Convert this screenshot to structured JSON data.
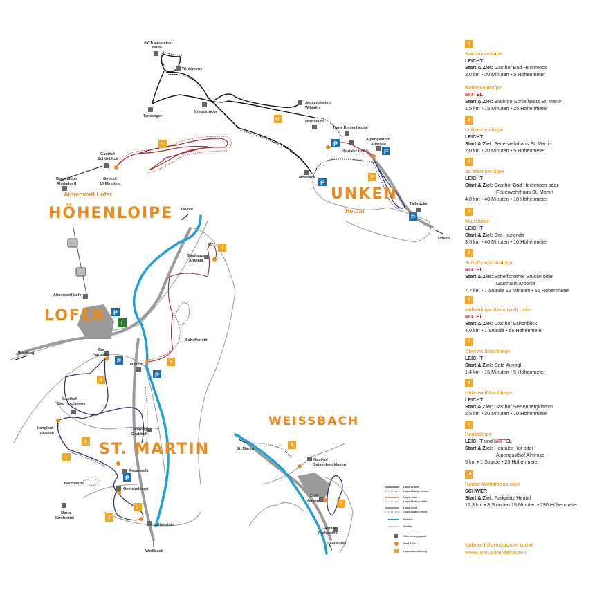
{
  "colors": {
    "orange": "#ee8a1c",
    "badge": "#f5a623",
    "leicht": "#2b2d6e",
    "mittel": "#b5282e",
    "schwer": "#111111",
    "river": "#1ea0d8",
    "parking": "#1a6fb5",
    "info": "#2e7d32",
    "road": "#9a9a9a",
    "landmark": "#666666"
  },
  "map": {
    "titles": {
      "hoehenloipe": "HÖHENLOIPE",
      "almenwelt": "Almenwelt Lofer",
      "unken": "UNKEN",
      "heutal": "Heutal",
      "lofer": "LOFER",
      "st_martin": "ST. MARTIN",
      "weissbach": "WEISSBACH"
    },
    "places": {
      "av1": "AV Traunsteiner",
      "av2": "Hütte",
      "winklmoos": "Winklmoos",
      "tanzanger": "Tanzanger",
      "kreuzbruecke": "Kreuzbrücke",
      "wildalm1": "Jausenstation",
      "wildalm2": "Wildalm",
      "herbstalm": "Herbstalm",
      "tante_emma": "Tante Emma Heutal",
      "heutaler_hof": "Heutaler Hof",
      "almrose1": "Alpengasthof",
      "almrose2": "Almrose",
      "moarlack": "Moarlack",
      "talbruecke": "Talbrücke",
      "unken_arrow_e": "Unken",
      "unken_arrow_n": "Unken",
      "schoenblick1": "Gasthof",
      "schoenblick2": "Schönblick",
      "bergstation1": "Bergstation",
      "bergstation2": "Almbahn II",
      "gehzeit1": "Gehzeit",
      "gehzeit2": "10 Minuten",
      "almenwelt_lofer": "Almenwelt Lofer",
      "waidring": "Waidring",
      "bar1": "Bar",
      "bar2": "Hazienda",
      "mpreis": "MPreis",
      "scheffsnoth": "Scheffsnoth",
      "au": "Au",
      "antonia1": "Gasthaus",
      "antonia2": "Antonia",
      "hochmoos1": "Gasthof",
      "hochmoos2": "Bad Hochmoos",
      "parcour1": "Langlauf-",
      "parcour2": "parcour",
      "camping1": "Camping",
      "camping2": "Grubhof",
      "feuerwehr": "Feuerwehr",
      "gemeindeamt": "Gemeindeamt",
      "nachtloipe": "Nachtloipe",
      "kirchental1": "Maria",
      "kirchental2": "Kirchental",
      "luftenstein": "Luftenstein",
      "weissbach_arrow": "Weißbach",
      "st_martin_arrow": "St. Martin",
      "seisenberg1": "Gasthof",
      "seisenberg2": "Seisenbergklamm",
      "auvogl1": "Café",
      "auvogl2": "Auvogl",
      "frohnwies1": "Gasthof",
      "frohnwies2": "Frohnwies",
      "saalfelden": "Saalfelden"
    },
    "badges": [
      "10",
      "6",
      "9",
      "5",
      "5",
      "4",
      "3",
      "1",
      "2",
      "3",
      "8",
      "7"
    ],
    "parking_label": "P",
    "info_label": "i",
    "legend": [
      "Loipe schwer",
      "Loipe Skating schwer",
      "Loipe mittel",
      "Loipe Skating mittel",
      "Loipe leicht",
      "Loipe Skating leicht",
      "Saalach",
      "Straßen",
      "Orientierungspunkt",
      "Start & Ziel",
      "Loipenbezeichnung"
    ]
  },
  "trails": [
    {
      "num": "1",
      "name": "Hochmoosloipe",
      "level": "LEICHT",
      "start_label": "Start & Ziel:",
      "start": [
        "Gasthof Bad Hochmoos"
      ],
      "stats": "2,0 km • 20 Minuten • 5 Höhenmeter"
    },
    {
      "num": "",
      "name": "Kellerwaldloipe",
      "level": "MITTEL",
      "start_label": "Start & Ziel:",
      "start": [
        "Biathlon-Schießplatz St. Martin"
      ],
      "stats": "1,5 km • 15 Minuten • 25 Höhenmeter"
    },
    {
      "num": "2",
      "name": "Luftensteinloipe",
      "level": "LEICHT",
      "start_label": "Start & Ziel:",
      "start": [
        "Feuerwehrhaus St. Martin"
      ],
      "stats": "2,0 km • 20 Minuten • 5 Höhenmeter"
    },
    {
      "num": "3",
      "name": "St. Martinerloipe",
      "level": "LEICHT",
      "start_label": "Start & Ziel:",
      "start": [
        "Gasthof Bad Hochmoos oder",
        "Feuerwehrhaus St. Martin"
      ],
      "stats": "4,0 km • 40 Minuten • 10 Höhenmeter"
    },
    {
      "num": "4",
      "name": "Moosloipe",
      "level": "LEICHT",
      "start_label": "Start & Ziel:",
      "start": [
        "Bar Hazienda"
      ],
      "stats": "3,5 km • 40 Minuten • 10 Höhenmeter"
    },
    {
      "num": "5",
      "name": "Scheffsnoth-Auloipe",
      "level": "MITTEL",
      "start_label": "Start & Ziel:",
      "start": [
        "Scheffsnother Brücke oder",
        "Gasthaus Antonia"
      ],
      "stats": "7,7 km • 1 Stunde 15 Minuten • 55 Höhenmeter"
    },
    {
      "num": "6",
      "name": "Höhenloipe Almenwelt Lofer",
      "level": "MITTEL",
      "start_label": "Start & Ziel:",
      "start": [
        "Gasthof Schönblick"
      ],
      "stats": "4,0 km • 1 Stunde • 65 Höhenmeter"
    },
    {
      "num": "7",
      "name": "Oberweißbachloipe",
      "level": "LEICHT",
      "start_label": "Start & Ziel:",
      "start": [
        "Café Auvogl"
      ],
      "stats": "1,4 km • 15 Minuten • 5 Höhenmeter"
    },
    {
      "num": "8",
      "name": "Unterweißbachloipe",
      "level": "LEICHT",
      "start_label": "Start & Ziel:",
      "start": [
        "Gasthof Seisenbergklamm"
      ],
      "stats": "2,5 km • 30 Minuten • 10 Höhenmeter"
    },
    {
      "num": "9",
      "name": "Heutalloipe",
      "level": "LEICHT",
      "level_joiner": "und",
      "level2": "MITTEL",
      "start_label": "Start & Ziel:",
      "start": [
        "Heutaler Hof oder",
        "Alpengasthof Almrose"
      ],
      "stats": "5 km • 1 Stunde • 25 Höhenmeter"
    },
    {
      "num": "10",
      "name": "Heutal-Winklmoosloipe",
      "level": "SCHWER",
      "start_label": "Start & Ziel:",
      "start": [
        "Parkplatz Heutal"
      ],
      "stats": "12,3 km • 3 Stunden 15 Minuten • 290 Höhenmeter"
    }
  ],
  "more_info": {
    "line1": "Nähere Informationen unter",
    "line2": "www.lofer.com/de/touren"
  }
}
